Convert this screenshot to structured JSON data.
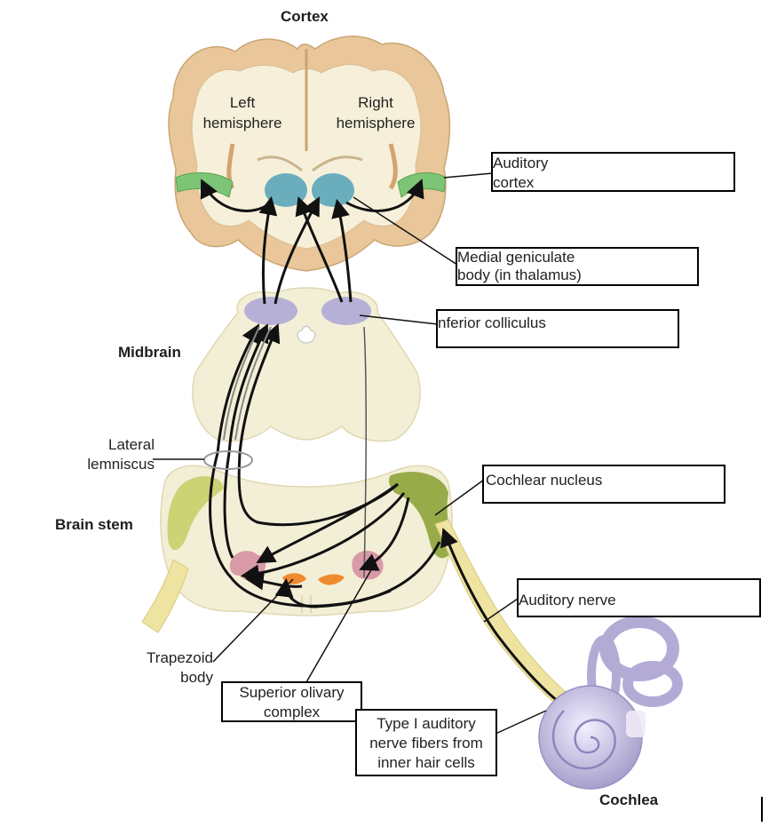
{
  "labels": {
    "cortex": "Cortex",
    "left_hemisphere": "Left\nhemisphere",
    "right_hemisphere": "Right\nhemisphere",
    "midbrain": "Midbrain",
    "lateral_lemniscus": "Lateral\nlemniscus",
    "brain_stem": "Brain stem",
    "trapezoid_body": "Trapezoid\nbody",
    "cochlea": "Cochlea"
  },
  "boxes": {
    "auditory_cortex": "Auditory\ncortex",
    "medial_geniculate": "Medial geniculate\nbody (in thalamus)",
    "inferior_colliculus": "nferior colliculus",
    "cochlear_nucleus": "Cochlear nucleus",
    "auditory_nerve": "Auditory nerve",
    "superior_olivary": "Superior olivary\ncomplex",
    "type1_fibers": "Type I auditory\nnerve fibers from\ninner hair cells"
  },
  "colors": {
    "tissue": "#f3efd6",
    "cortex_rim": "#e9c79a",
    "auditory_cortex": "#7cc576",
    "geniculate": "#6aaebe",
    "colliculus": "#b7b0d6",
    "cochlear_nucleus": "#8da33a",
    "olivary": "#d99aa8",
    "trapezoid": "#f08a2e",
    "nerve": "#efe3a2",
    "cochlea": "#cfc7e6"
  }
}
